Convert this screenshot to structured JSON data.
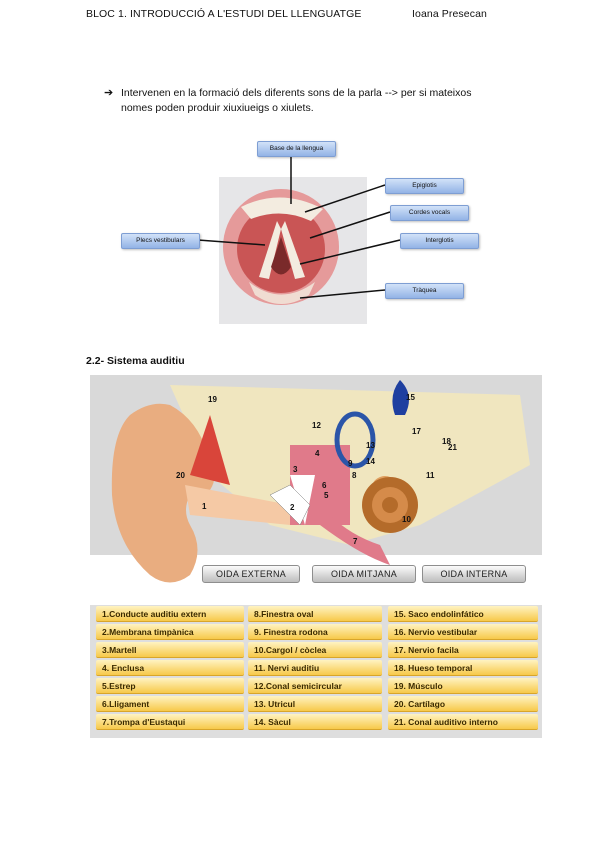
{
  "header": {
    "left": "BLOC 1. INTRODUCCIÓ A L'ESTUDI DEL LLENGUATGE",
    "right": "Ioana Presecan"
  },
  "bullet": {
    "arrow": "➔",
    "line1": "Intervenen en la formació dels diferents sons de la parla --> per si mateixos",
    "line2": "nomes poden produir xiuxiueigs o xiulets."
  },
  "larynx": {
    "labels": [
      "Base de la llengua",
      "Epiglotis",
      "Cordes vocals",
      "Plecs vestibulars",
      "Interglotis",
      "Tràquea"
    ],
    "colors": {
      "outer": "#e59a9a",
      "inner": "#c95555",
      "cartilage": "#f3ece0",
      "label_blue": "#93b3e6"
    }
  },
  "section_title": "2.2- Sistema auditiu",
  "ear": {
    "section_buttons": [
      "OIDA EXTERNA",
      "OIDA MITJANA",
      "OIDA INTERNA"
    ],
    "figure_numbers": [
      "1",
      "2",
      "3",
      "4",
      "5",
      "6",
      "7",
      "8",
      "9",
      "10",
      "11",
      "12",
      "13",
      "14",
      "15",
      "17",
      "18",
      "19",
      "20",
      "21"
    ],
    "parts": [
      [
        "1.Conducte auditiu extern",
        "2.Membrana timpànica",
        "3.Martell",
        "4. Enclusa",
        "5.Estrep",
        "6.Lligament",
        "7.Trompa d'Eustaqui"
      ],
      [
        "8.Finestra oval",
        "9. Finestra rodona",
        "10.Cargol / còclea",
        "11. Nervi auditiu",
        "12.Conal semicircular",
        "13. Utricul",
        "14. Sàcul"
      ],
      [
        "15. Saco endolinfático",
        "16. Nervio vestibular",
        "17. Nervio facila",
        "18. Hueso temporal",
        "19. Músculo",
        "20. Cartílago",
        "21. Conal auditivo interno"
      ]
    ],
    "colors": {
      "skin": "#e9ad80",
      "bone": "#f0e6bf",
      "cochlea": "#b46b2a",
      "mucosa": "#e07a8a",
      "ear_blue": "#1e3fa0",
      "part_gold": "#f7c94a"
    }
  }
}
